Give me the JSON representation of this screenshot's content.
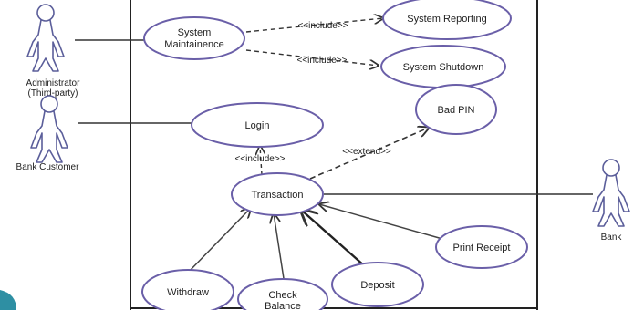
{
  "colors": {
    "use_case_stroke": "#6a5fa8",
    "line": "#333333",
    "actor": "#5b5e9a",
    "corner_accent": "#2e8fa3"
  },
  "actors": {
    "administrator": {
      "line1": "Administrator",
      "line2": "(Third-party)"
    },
    "bank_customer": {
      "label": "Bank Customer"
    },
    "bank": {
      "label": "Bank"
    }
  },
  "use_cases": {
    "system_maintainence": {
      "line1": "System",
      "line2": "Maintainence"
    },
    "system_reporting": {
      "label": "System Reporting"
    },
    "system_shutdown": {
      "label": "System Shutdown"
    },
    "login": {
      "label": "Login"
    },
    "bad_pin": {
      "label": "Bad PIN"
    },
    "transaction": {
      "label": "Transaction"
    },
    "print_receipt": {
      "label": "Print Receipt"
    },
    "withdraw": {
      "label": "Withdraw"
    },
    "check_balance": {
      "line1": "Check",
      "line2": "Balance"
    },
    "deposit": {
      "label": "Deposit"
    }
  },
  "relationships": {
    "include_reporting": "<<include>>",
    "include_shutdown": "<<include>>",
    "include_login": "<<include>>",
    "extend_bad_pin": "<<extend>>"
  }
}
